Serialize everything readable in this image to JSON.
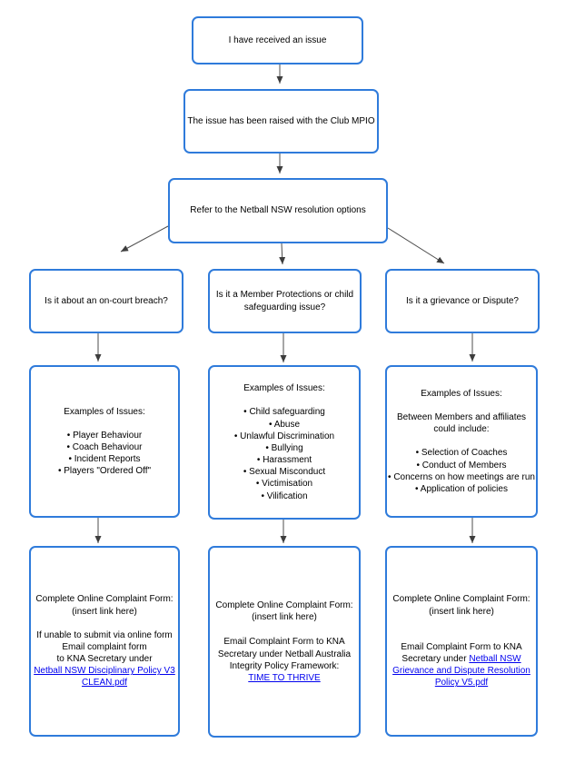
{
  "diagram": {
    "colors": {
      "box_border": "#2f7bdb",
      "link": "#0000ee",
      "arrow": "#4d4d4d",
      "text": "#000000"
    },
    "nodes": {
      "start": {
        "label": "I have received an issue"
      },
      "mpio": {
        "label": "The issue has been raised with the Club MPIO"
      },
      "refer": {
        "label": "Refer to the Netball NSW resolution options"
      },
      "q_oncourt": {
        "label": "Is it about an on-court breach?"
      },
      "q_member": {
        "label": "Is it a Member Protections or child safeguarding issue?"
      },
      "q_grievance": {
        "label": "Is it a grievance or Dispute?"
      },
      "ex_oncourt": {
        "heading": "Examples of Issues:",
        "items": [
          "Player Behaviour",
          "Coach Behaviour",
          "Incident Reports",
          "Players \"Ordered Off\""
        ]
      },
      "ex_member": {
        "heading": "Examples of Issues:",
        "items": [
          "Child safeguarding",
          "Abuse",
          "Unlawful Discrimination",
          "Bullying",
          "Harassment",
          "Sexual Misconduct",
          "Victimisation",
          "Vilification"
        ]
      },
      "ex_grievance": {
        "heading": "Examples of Issues:",
        "subheading": "Between Members and affiliates could include:",
        "items": [
          "Selection of Coaches",
          "Conduct of Members",
          "Concerns on how meetings are run",
          "Application of policies"
        ]
      },
      "form_oncourt": {
        "title": "Complete Online Complaint Form:",
        "subtitle": "(insert link here)",
        "lines": [
          "If unable to submit via online form",
          "Email complaint form",
          "to KNA Secretary under"
        ],
        "link": "Netball NSW Disciplinary Policy V3 CLEAN.pdf"
      },
      "form_member": {
        "title": "Complete Online Complaint Form:",
        "subtitle": "(insert link here)",
        "body": "Email Complaint Form to KNA Secretary under Netball Australia Integrity Policy Framework:",
        "link": "TIME TO THRIVE"
      },
      "form_grievance": {
        "title": "Complete Online Complaint Form:",
        "subtitle": "(insert link here)",
        "body_prefix": "Email Complaint Form to KNA Secretary under ",
        "link": "Netball NSW Grievance and Dispute Resolution Policy V5.pdf"
      }
    }
  }
}
